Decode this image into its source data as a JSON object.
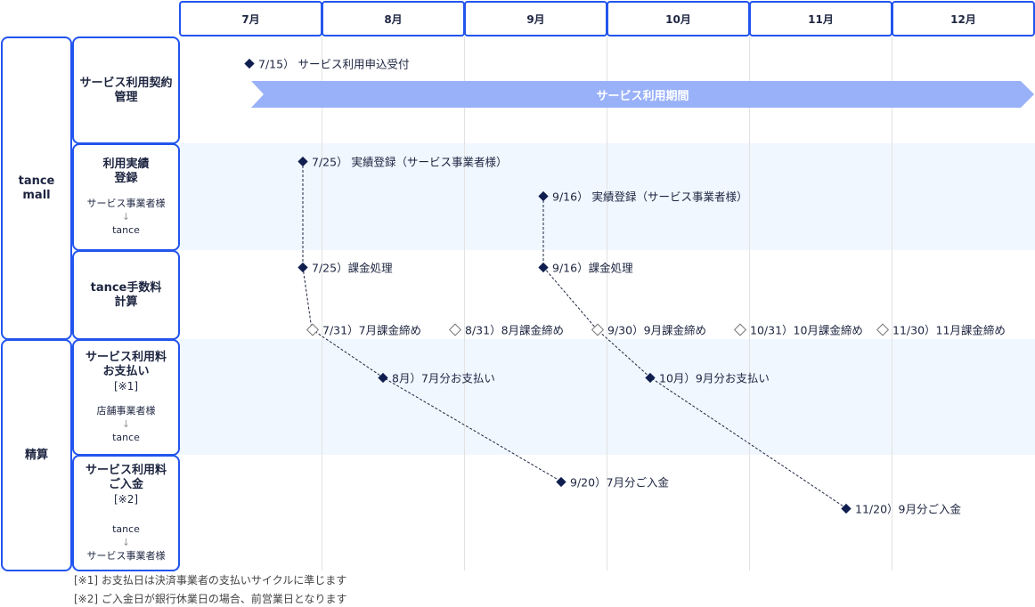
{
  "months": [
    "7月",
    "8月",
    "9月",
    "10月",
    "11月",
    "12月"
  ],
  "groups": [
    "tance mall",
    "精算"
  ],
  "rows": [
    {
      "title": [
        "サービス利用契約",
        "管理"
      ]
    },
    {
      "title": [
        "利用実績",
        "登録"
      ],
      "from": "サービス事業者様",
      "arrow": "↓",
      "to": "tance"
    },
    {
      "title": [
        "tance手数料",
        "計算"
      ]
    },
    {
      "title": [
        "サービス利用料",
        "お支払い"
      ],
      "note": "[※1]",
      "from": "店舗事業者様",
      "arrow": "↓",
      "to": "tance"
    },
    {
      "title": [
        "サービス利用料",
        "ご入金"
      ],
      "note": "[※2]",
      "from": "tance",
      "arrow": "↓",
      "to": "サービス事業者様"
    }
  ],
  "period_bar": "サービス利用期間",
  "milestones": [
    "7/15） サービス利用申込受付",
    "7/25） 実績登録（サービス事業者様）",
    "9/16） 実績登録（サービス事業者様）",
    "7/25）課金処理",
    "9/16）課金処理",
    "7/31）7月課金締め",
    "8/31）8月課金締め",
    "9/30）9月課金締め",
    "10/31）10月課金締め",
    "11/30）11月課金締め",
    "8月）7月分お支払い",
    "10月）9月分お支払い",
    "9/20）7月分ご入金",
    "11/20）9月分ご入金"
  ],
  "notes": [
    "[※1] お支払日は決済事業者の支払いサイクルに準じます",
    "[※2] ご入金日が銀行休業日の場合、前営業日となります"
  ],
  "colors": {
    "border": "#2255ee",
    "band": "#f0f7ff",
    "period": "#99b1f8",
    "diamond": "#0f1d4f"
  }
}
